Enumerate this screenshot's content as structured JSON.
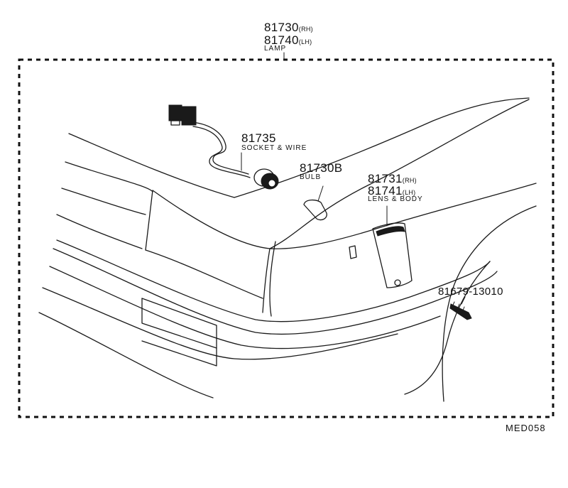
{
  "assembly": {
    "part_rh": "81730",
    "suffix_rh": "(RH)",
    "part_lh": "81740",
    "suffix_lh": "(LH)",
    "name": "LAMP"
  },
  "socket": {
    "part": "81735",
    "name": "SOCKET & WIRE"
  },
  "bulb": {
    "part": "81730B",
    "name": "BULB"
  },
  "lens": {
    "part_rh": "81731",
    "suffix_rh": "(RH)",
    "part_lh": "81741",
    "suffix_lh": "(LH)",
    "name": "LENS & BODY"
  },
  "screw": {
    "part": "81679-13010"
  },
  "diagram_code": "MED058",
  "icons": [
    "connector-plug-icon",
    "bulb-icon",
    "lamp-lens-icon",
    "screw-icon"
  ]
}
